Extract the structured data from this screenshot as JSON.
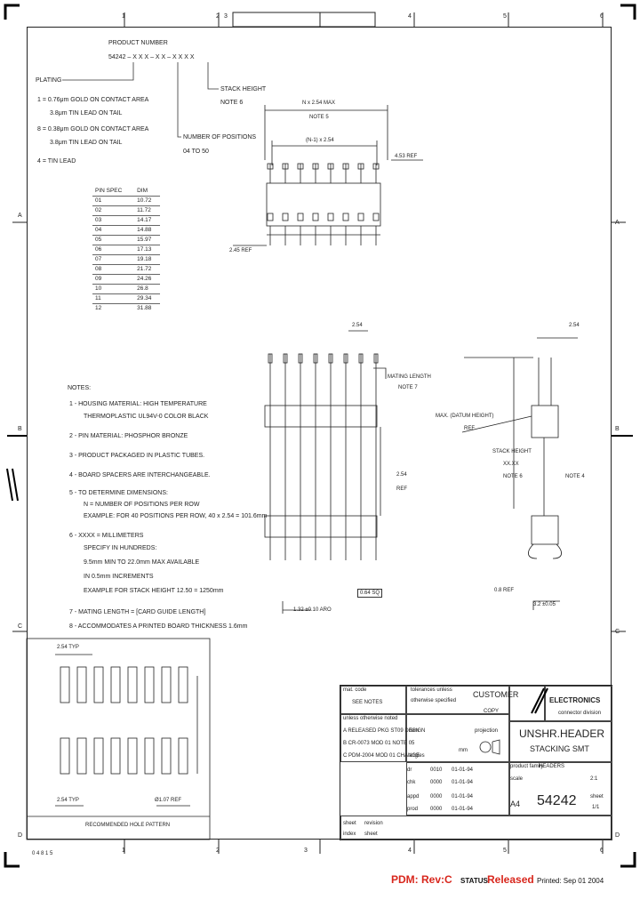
{
  "border": {
    "top_numbers": [
      "1",
      "2",
      "3",
      "4",
      "5",
      "6"
    ],
    "bottom_numbers": [
      "1",
      "2",
      "3",
      "4",
      "5",
      "6"
    ],
    "side_letters": [
      "A",
      "B",
      "C",
      "D"
    ],
    "bottom_left_code": "0 4 8 1 5"
  },
  "product_number": {
    "label": "PRODUCT NUMBER",
    "code": "54242 – X X X – X X – X X X X",
    "stack_height_note": [
      "STACK HEIGHT",
      "NOTE 6"
    ],
    "positions_note": [
      "NUMBER OF POSITIONS",
      "04 TO 50"
    ]
  },
  "plating": {
    "label": "PLATING",
    "options": [
      [
        "1 = 0.76μm GOLD ON CONTACT AREA",
        "3.8μm TIN LEAD ON TAIL"
      ],
      [
        "8 = 0.38μm GOLD ON CONTACT AREA",
        "3.8μm TIN LEAD ON TAIL"
      ],
      [
        "4 = TIN LEAD"
      ]
    ]
  },
  "pin_table": {
    "headers": [
      "PIN SPEC",
      "DIM"
    ],
    "rows": [
      [
        "01",
        "10.72"
      ],
      [
        "02",
        "11.72"
      ],
      [
        "03",
        "14.17"
      ],
      [
        "04",
        "14.88"
      ],
      [
        "05",
        "15.97"
      ],
      [
        "06",
        "17.13"
      ],
      [
        "07",
        "19.18"
      ],
      [
        "08",
        "21.72"
      ],
      [
        "09",
        "24.26"
      ],
      [
        "10",
        "26.8"
      ],
      [
        "11",
        "29.34"
      ],
      [
        "12",
        "31.88"
      ]
    ]
  },
  "top_view": {
    "dim_total": "N x 2.54 MAX",
    "note5": "NOTE 5",
    "dim_pitch": "(N-1) x 2.54",
    "ref_right": "4.53 REF",
    "ref_left": "2.45 REF"
  },
  "notes": {
    "label": "NOTES:",
    "items": [
      [
        "1 - HOUSING MATERIAL: HIGH TEMPERATURE",
        "THERMOPLASTIC UL94V-0 COLOR BLACK"
      ],
      [
        "2 - PIN MATERIAL: PHOSPHOR BRONZE"
      ],
      [
        "3 - PRODUCT PACKAGED IN PLASTIC TUBES."
      ],
      [
        "4 - BOARD SPACERS ARE INTERCHANGEABLE."
      ],
      [
        "5 - TO DETERMINE DIMENSIONS:",
        "N = NUMBER OF POSITIONS PER ROW",
        "EXAMPLE: FOR 40 POSITIONS PER ROW, 40 x 2.54 = 101.6mm"
      ],
      [
        "6 - XXXX = MILLIMETERS",
        "SPECIFY IN HUNDREDS:",
        "9.5mm MIN TO 22.0mm MAX AVAILABLE",
        "IN 0.5mm INCREMENTS",
        "EXAMPLE FOR STACK HEIGHT 12.50 = 1250mm"
      ],
      [
        "7 - MATING LENGTH = [CARD GUIDE LENGTH]"
      ],
      [
        "8 - ACCOMMODATES A PRINTED BOARD THICKNESS 1.6mm"
      ]
    ]
  },
  "side_view": {
    "pitch_top": "2.54",
    "mating_length": [
      "MATING LENGTH",
      "NOTE 7"
    ],
    "pin_ref": [
      "2.54",
      "REF"
    ],
    "dim_bottom": "1.32 ±0.10 ARO",
    "dim_box": "0.64 SQ"
  },
  "right_view": {
    "pitch_top": "2.54",
    "stack_label": [
      "STACK HEIGHT",
      "XX.XX",
      "NOTE 6"
    ],
    "note4": "NOTE 4",
    "mating_label": [
      "MAX. (DATUM HEIGHT)",
      "REF"
    ],
    "dim_pcb": "0.8 REF",
    "dim_bottom": "3.2 ±0.05"
  },
  "hole_pattern": {
    "dim_top": "2.54 TYP",
    "dim_bottom_left": "2.54 TYP",
    "dim_bottom_right": "Ø1.07 REF",
    "caption": "RECOMMENDED HOLE PATTERN"
  },
  "title_block": {
    "material_code": "mat. code",
    "material_value": "SEE NOTES",
    "unless_noted": "unless otherwise noted",
    "tolerance_label": [
      "tolerances unless",
      "otherwise specified"
    ],
    "customer_copy": [
      "CUSTOMER",
      "COPY"
    ],
    "company": "ELECTRONICS",
    "company_sub": "connector division",
    "revisions": [
      "A  RELEASED   PKG ST09  DESIGN",
      "B  CR-0073   MOD 01 NOTE 05",
      "C  PDM-2004  MOD 01 CHANGE"
    ],
    "item_label": "item",
    "projection_label": "projection",
    "angles_label": "angles",
    "unit": "mm",
    "title": "UNSHR.HEADER",
    "subtitle": "STACKING SMT",
    "approvals": [
      [
        "dr",
        "0010",
        "01-01-94"
      ],
      [
        "chk",
        "0000",
        "01-01-94"
      ],
      [
        "appd",
        "0000",
        "01-01-94"
      ],
      [
        "prod",
        "0000",
        "01-01-94"
      ]
    ],
    "product_family": "product family",
    "product_family_value": "HEADERS",
    "scale_label": "scale",
    "scale_value": "2:1",
    "size": "A4",
    "part_number": "54242",
    "sheet_label": "sheet",
    "sheet_value": "1/1",
    "footer_sheet": "sheet",
    "footer_revision": "revision",
    "footer_index": "index",
    "footer_sheet2": "sheet"
  },
  "footer": {
    "pdm": "PDM: Rev:C",
    "status_label": "STATUS",
    "status_value": "Released",
    "printed": "Printed: Sep 01 2004"
  },
  "colors": {
    "footer_red": "#d8261c",
    "line": "#222222"
  }
}
